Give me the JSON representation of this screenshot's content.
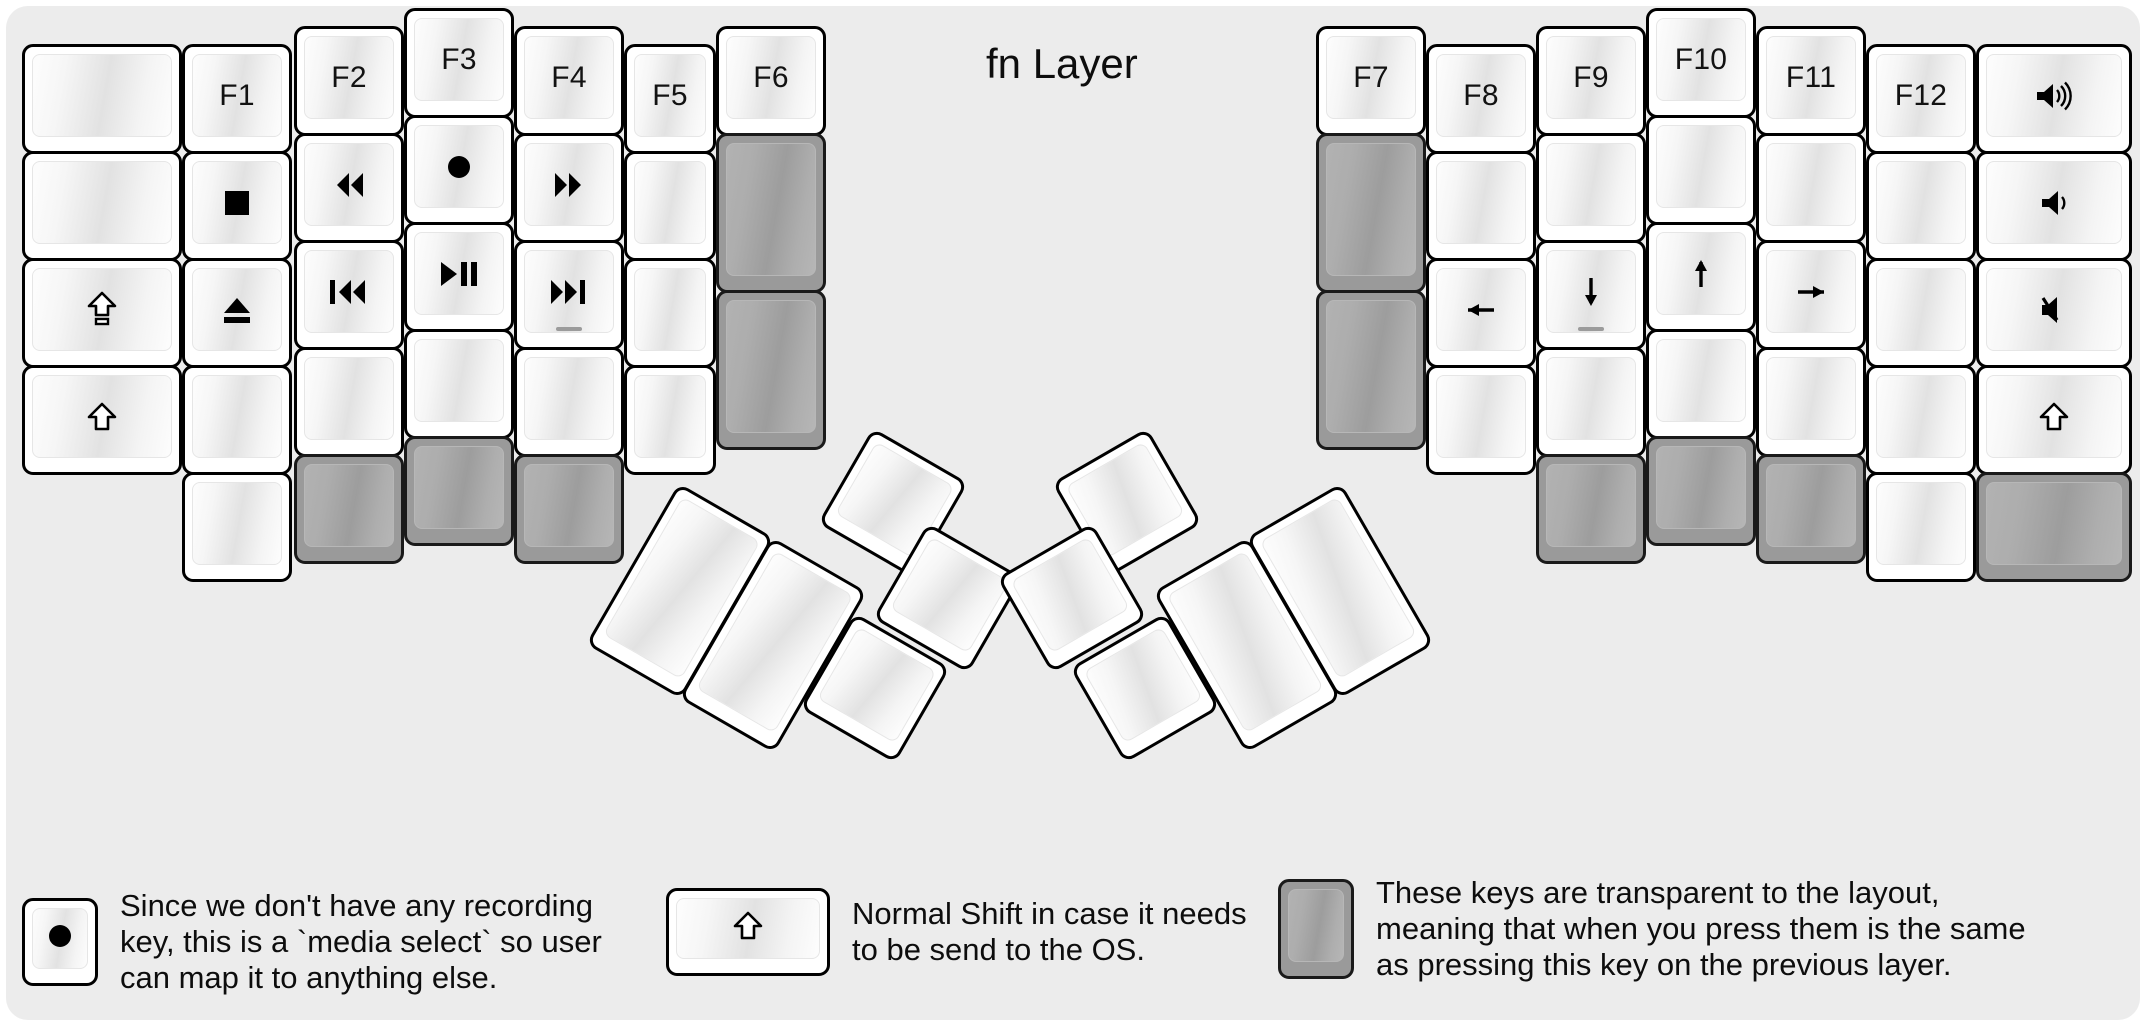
{
  "title": "fn Layer",
  "colors": {
    "background": "#ececec",
    "key_face": "#ffffff",
    "key_border": "#000000",
    "transparent_key": "#9a9a9a",
    "text": "#0d0d0d"
  },
  "left_half": {
    "columns": [
      {
        "name": "col-pinky-outer",
        "keys": [
          {
            "label": "",
            "icon": "",
            "type": "normal"
          },
          {
            "label": "",
            "icon": "",
            "type": "normal"
          },
          {
            "label": "",
            "icon": "caps-lock-icon",
            "type": "normal"
          },
          {
            "label": "",
            "icon": "shift-icon",
            "type": "normal"
          }
        ]
      },
      {
        "name": "col-pinky",
        "keys": [
          {
            "label": "F1",
            "icon": "",
            "type": "normal"
          },
          {
            "label": "",
            "icon": "media-stop-icon",
            "type": "normal"
          },
          {
            "label": "",
            "icon": "media-eject-icon",
            "type": "normal"
          },
          {
            "label": "",
            "icon": "",
            "type": "normal"
          },
          {
            "label": "",
            "icon": "",
            "type": "normal"
          }
        ]
      },
      {
        "name": "col-ring",
        "keys": [
          {
            "label": "F2",
            "icon": "",
            "type": "normal"
          },
          {
            "label": "",
            "icon": "media-rewind-icon",
            "type": "normal"
          },
          {
            "label": "",
            "icon": "media-previous-icon",
            "type": "normal"
          },
          {
            "label": "",
            "icon": "",
            "type": "normal"
          },
          {
            "label": "",
            "icon": "",
            "type": "transparent"
          }
        ]
      },
      {
        "name": "col-middle",
        "keys": [
          {
            "label": "F3",
            "icon": "",
            "type": "normal"
          },
          {
            "label": "",
            "icon": "media-record-icon",
            "type": "normal"
          },
          {
            "label": "",
            "icon": "media-play-pause-icon",
            "type": "normal"
          },
          {
            "label": "",
            "icon": "",
            "type": "normal"
          },
          {
            "label": "",
            "icon": "",
            "type": "transparent"
          }
        ]
      },
      {
        "name": "col-index",
        "keys": [
          {
            "label": "F4",
            "icon": "",
            "type": "normal"
          },
          {
            "label": "",
            "icon": "media-fast-forward-icon",
            "type": "normal"
          },
          {
            "label": "",
            "icon": "media-next-icon",
            "type": "normal",
            "homing": true
          },
          {
            "label": "",
            "icon": "",
            "type": "normal"
          },
          {
            "label": "",
            "icon": "",
            "type": "transparent"
          }
        ]
      },
      {
        "name": "col-inner",
        "keys": [
          {
            "label": "F5",
            "icon": "",
            "type": "normal"
          },
          {
            "label": "",
            "icon": "",
            "type": "normal"
          },
          {
            "label": "",
            "icon": "",
            "type": "normal"
          },
          {
            "label": "",
            "icon": "",
            "type": "normal"
          }
        ]
      },
      {
        "name": "col-innermost",
        "keys": [
          {
            "label": "F6",
            "icon": "",
            "type": "normal"
          },
          {
            "label": "",
            "icon": "",
            "type": "transparent"
          },
          {
            "label": "",
            "icon": "",
            "type": "transparent"
          }
        ]
      }
    ],
    "thumb_cluster": [
      {
        "name": "thumb-big-1",
        "type": "normal",
        "label": ""
      },
      {
        "name": "thumb-big-2",
        "type": "normal",
        "label": ""
      },
      {
        "name": "thumb-small-1",
        "type": "normal",
        "label": ""
      },
      {
        "name": "thumb-small-2",
        "type": "normal",
        "label": ""
      },
      {
        "name": "thumb-small-3",
        "type": "normal",
        "label": ""
      }
    ]
  },
  "right_half": {
    "columns": [
      {
        "name": "col-innermost",
        "keys": [
          {
            "label": "F7",
            "icon": "",
            "type": "normal"
          },
          {
            "label": "",
            "icon": "",
            "type": "transparent"
          },
          {
            "label": "",
            "icon": "",
            "type": "transparent"
          }
        ]
      },
      {
        "name": "col-inner",
        "keys": [
          {
            "label": "F8",
            "icon": "",
            "type": "normal"
          },
          {
            "label": "",
            "icon": "",
            "type": "normal"
          },
          {
            "label": "",
            "icon": "arrow-left-icon",
            "type": "normal"
          },
          {
            "label": "",
            "icon": "",
            "type": "normal"
          }
        ]
      },
      {
        "name": "col-index",
        "keys": [
          {
            "label": "F9",
            "icon": "",
            "type": "normal"
          },
          {
            "label": "",
            "icon": "",
            "type": "normal"
          },
          {
            "label": "",
            "icon": "arrow-down-icon",
            "type": "normal",
            "homing": true
          },
          {
            "label": "",
            "icon": "",
            "type": "normal"
          },
          {
            "label": "",
            "icon": "",
            "type": "transparent"
          }
        ]
      },
      {
        "name": "col-middle",
        "keys": [
          {
            "label": "F10",
            "icon": "",
            "type": "normal"
          },
          {
            "label": "",
            "icon": "",
            "type": "normal"
          },
          {
            "label": "",
            "icon": "arrow-up-icon",
            "type": "normal"
          },
          {
            "label": "",
            "icon": "",
            "type": "normal"
          },
          {
            "label": "",
            "icon": "",
            "type": "transparent"
          }
        ]
      },
      {
        "name": "col-ring",
        "keys": [
          {
            "label": "F11",
            "icon": "",
            "type": "normal"
          },
          {
            "label": "",
            "icon": "",
            "type": "normal"
          },
          {
            "label": "",
            "icon": "arrow-right-icon",
            "type": "normal"
          },
          {
            "label": "",
            "icon": "",
            "type": "normal"
          },
          {
            "label": "",
            "icon": "",
            "type": "transparent"
          }
        ]
      },
      {
        "name": "col-pinky",
        "keys": [
          {
            "label": "F12",
            "icon": "",
            "type": "normal"
          },
          {
            "label": "",
            "icon": "",
            "type": "normal"
          },
          {
            "label": "",
            "icon": "",
            "type": "normal"
          },
          {
            "label": "",
            "icon": "",
            "type": "normal"
          },
          {
            "label": "",
            "icon": "",
            "type": "normal"
          }
        ]
      },
      {
        "name": "col-pinky-outer",
        "keys": [
          {
            "label": "",
            "icon": "volume-up-icon",
            "type": "normal"
          },
          {
            "label": "",
            "icon": "volume-down-icon",
            "type": "normal"
          },
          {
            "label": "",
            "icon": "volume-mute-icon",
            "type": "normal"
          },
          {
            "label": "",
            "icon": "shift-icon",
            "type": "normal"
          },
          {
            "label": "",
            "icon": "",
            "type": "transparent"
          }
        ]
      }
    ],
    "thumb_cluster": [
      {
        "name": "thumb-big-1",
        "type": "normal",
        "label": ""
      },
      {
        "name": "thumb-big-2",
        "type": "normal",
        "label": ""
      },
      {
        "name": "thumb-small-1",
        "type": "normal",
        "label": ""
      },
      {
        "name": "thumb-small-2",
        "type": "normal",
        "label": ""
      },
      {
        "name": "thumb-small-3",
        "type": "normal",
        "label": ""
      }
    ]
  },
  "legend": [
    {
      "icon": "media-record-icon",
      "key_type": "normal",
      "text": "Since we don't have any recording\nkey, this is a `media select` so user\ncan map it to anything else."
    },
    {
      "icon": "shift-icon",
      "key_type": "normal",
      "text": "Normal Shift in case it needs\nto be send to the OS."
    },
    {
      "icon": "",
      "key_type": "transparent",
      "text": "These keys are transparent to the layout,\nmeaning that when you press them is the same\nas pressing this key on the previous layer."
    }
  ]
}
